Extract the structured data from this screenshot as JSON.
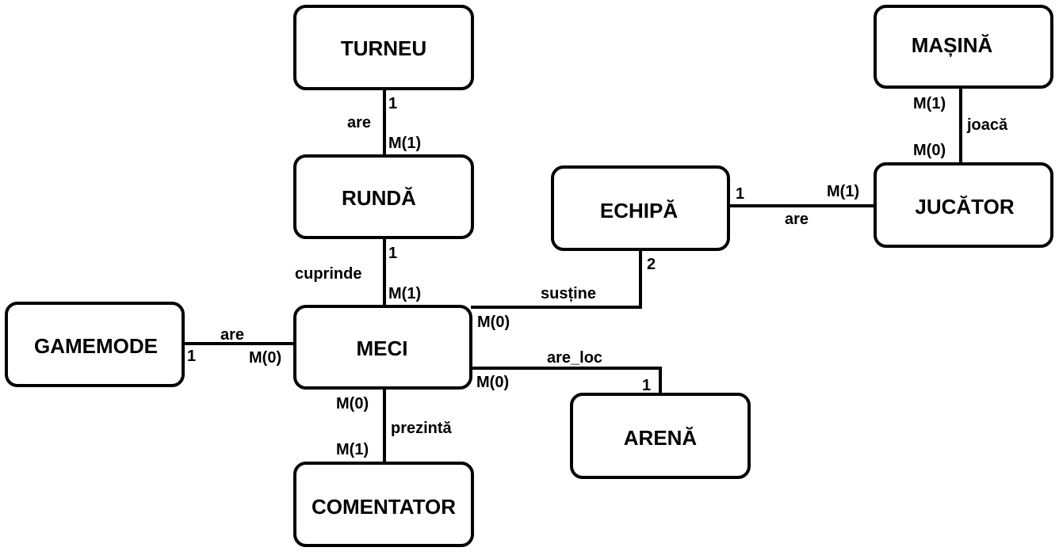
{
  "entities": {
    "turneu": "TURNEU",
    "runda": "RUNDĂ",
    "meci": "MECI",
    "gamemode": "GAMEMODE",
    "comentator": "COMENTATOR",
    "arena": "ARENĂ",
    "echipa": "ECHIPĂ",
    "jucator": "JUCĂTOR",
    "masina": "MAȘINĂ"
  },
  "relationships": {
    "turneu_runda": {
      "name": "are",
      "card_top": "1",
      "card_bottom": "M(1)"
    },
    "runda_meci": {
      "name": "cuprinde",
      "card_top": "1",
      "card_bottom": "M(1)"
    },
    "gamemode_meci": {
      "name": "are",
      "card_gamemode": "1",
      "card_meci": "M(0)"
    },
    "meci_comentator": {
      "name": "prezintă",
      "card_top": "M(0)",
      "card_bottom": "M(1)"
    },
    "meci_arena": {
      "name": "are_loc",
      "card_meci": "M(0)",
      "card_arena": "1"
    },
    "meci_echipa": {
      "name": "susține",
      "card_meci": "M(0)",
      "card_echipa": "2"
    },
    "echipa_jucator": {
      "name": "are",
      "card_echipa": "1",
      "card_jucator": "M(1)"
    },
    "masina_jucator": {
      "name": "joacă",
      "card_masina": "M(1)",
      "card_jucator": "M(0)"
    }
  }
}
